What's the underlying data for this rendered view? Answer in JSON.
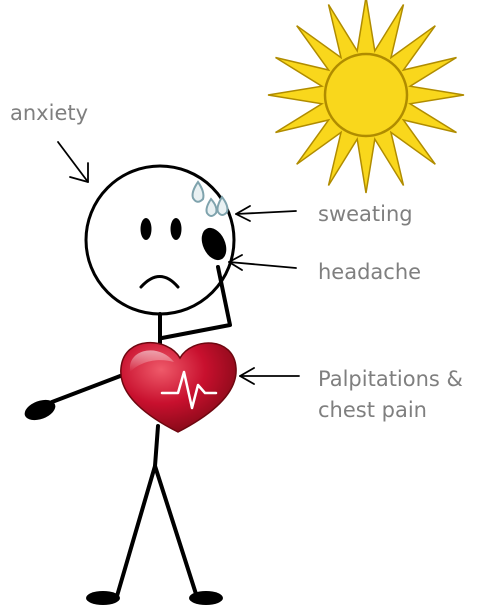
{
  "labels": {
    "anxiety": "anxiety",
    "sweating": "sweating",
    "headache": "headache",
    "palpitations_line1": "Palpitations &",
    "palpitations_line2": "chest pain"
  },
  "colors": {
    "label_text": "#7f7f7f",
    "sun_fill": "#f9d71c",
    "sun_stroke": "#b08c00",
    "heart_red": "#c8102e",
    "heart_dark": "#7a0a12",
    "ink": "#000000",
    "sweat_drop": "#7fa3ad"
  },
  "icons": {
    "sun": "sun-icon",
    "heart": "heart-icon",
    "sweat": "sweat-drops-icon",
    "figure": "stick-figure-icon"
  }
}
